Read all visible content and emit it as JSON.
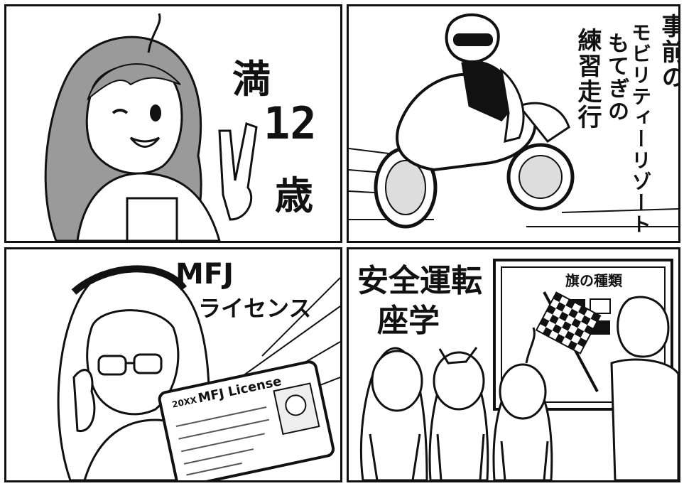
{
  "panels": {
    "p1": {
      "age_prefix": "満",
      "age_number": "12",
      "age_suffix": "歳"
    },
    "p2": {
      "line1": "事前の",
      "line2": "モビリティーリゾート",
      "line3": "もてぎの",
      "line4": "練習走行"
    },
    "p3": {
      "caption_line1": "MFJ",
      "caption_line2": "ライセンス",
      "card_year": "20XX",
      "card_title": "MFJ License"
    },
    "p4": {
      "caption_line1": "安全運転",
      "caption_line2": "座学",
      "board_title": "旗の種類"
    }
  },
  "colors": {
    "ink": "#111111",
    "paper": "#ffffff",
    "tone": "#bdbdbd"
  }
}
